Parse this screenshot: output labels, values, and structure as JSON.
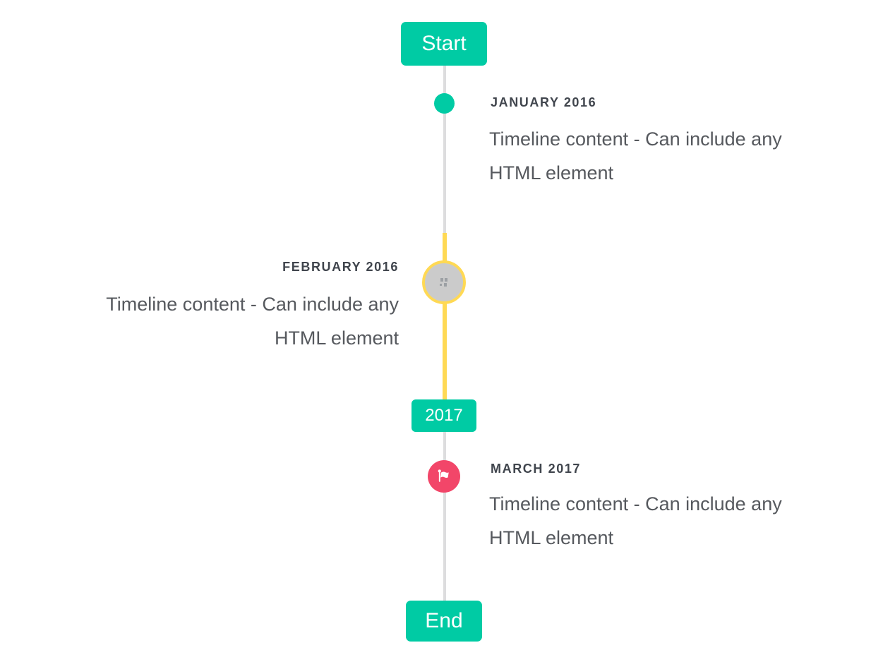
{
  "flags": {
    "start_label": "Start",
    "year_label": "2017",
    "end_label": "End"
  },
  "events": [
    {
      "date": "JANUARY 2016",
      "side": "right",
      "marker": "teal-dot",
      "content_lines": [
        "Timeline content - Can include any",
        "HTML element"
      ]
    },
    {
      "date": "FEBRUARY 2016",
      "side": "left",
      "marker": "gray-image-circle-yellow-ring",
      "content_lines": [
        "Timeline content - Can include any",
        "HTML element"
      ]
    },
    {
      "date": "MARCH 2017",
      "side": "right",
      "marker": "red-circle-flag-icon",
      "content_lines": [
        "Timeline content - Can include any",
        "HTML element"
      ]
    }
  ],
  "icons": {
    "flag": "flag-icon",
    "broken_image": "broken-image-icon"
  },
  "colors": {
    "teal": "#00CBA4",
    "yellow": "#FFD954",
    "red": "#F24669",
    "line_gray": "#DDDDDE",
    "circle_gray": "#CBCBCB",
    "glyph_gray": "#9CA0A4",
    "label_text": "#40454D",
    "content_text": "#56595E",
    "flag_text": "#FFFFFF",
    "page_bg": "#FFFFFF"
  }
}
